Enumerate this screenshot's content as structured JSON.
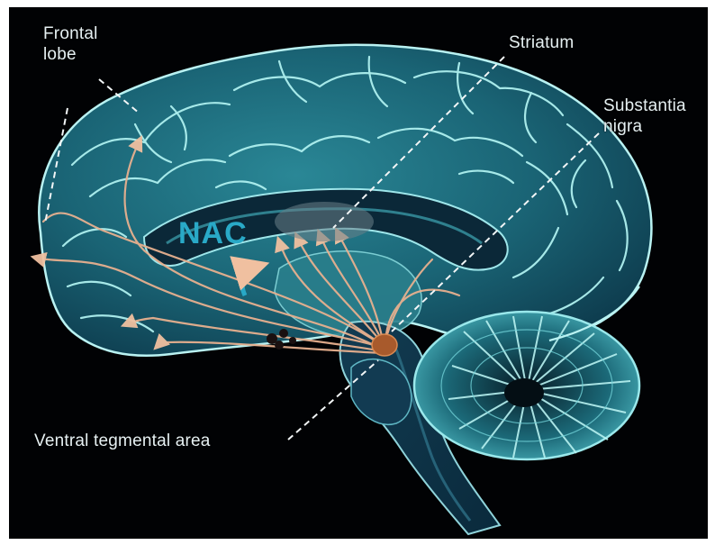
{
  "labels": {
    "frontal_lobe_line1": "Frontal",
    "frontal_lobe_line2": "lobe",
    "striatum": "Striatum",
    "substantia_nigra_line1": "Substantia",
    "substantia_nigra_line2": "nigra",
    "nac": "NAC",
    "ventral_tegmental_area": "Ventral tegmental area"
  },
  "colors": {
    "background": "#010204",
    "brain_cortex": "#1d6f7d",
    "brain_highlight": "#9fe9ec",
    "brain_dark": "#0a2f3e",
    "pathway": "#e7b08f",
    "nac_text": "#29a9c7",
    "vta_nucleus": "#a85a2c",
    "label_text": "#e6f0f2"
  }
}
